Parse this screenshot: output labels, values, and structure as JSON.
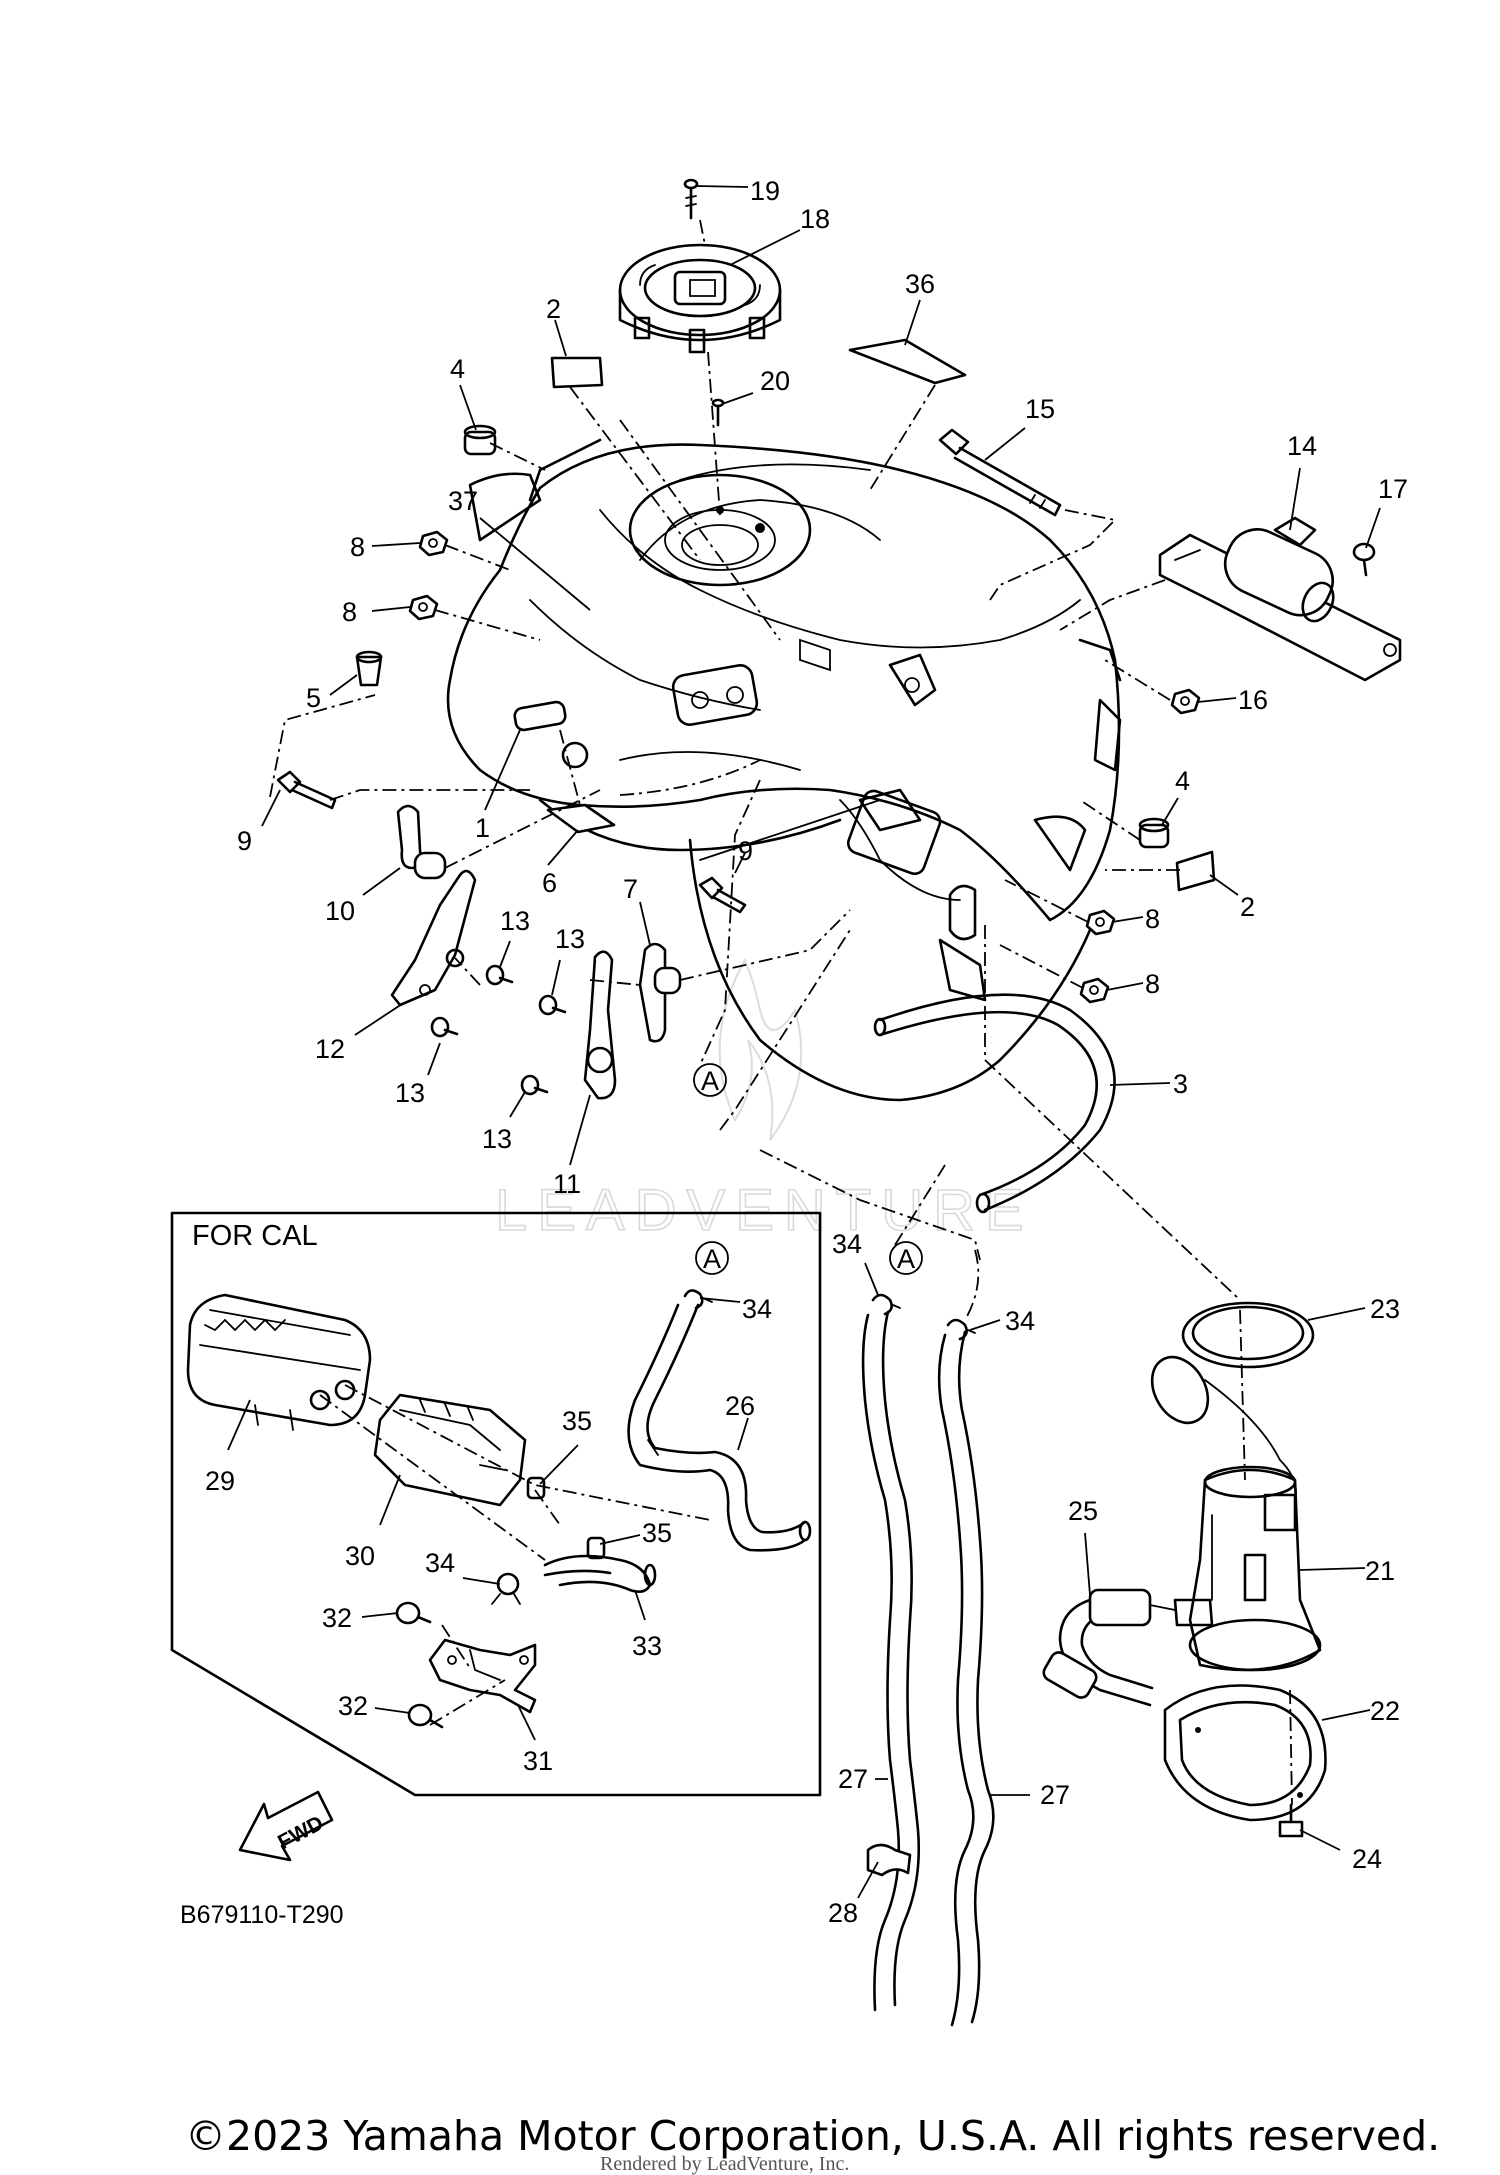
{
  "callouts": [
    {
      "id": "1",
      "text": "1"
    },
    {
      "id": "2a",
      "text": "2"
    },
    {
      "id": "2b",
      "text": "2"
    },
    {
      "id": "3",
      "text": "3"
    },
    {
      "id": "4a",
      "text": "4"
    },
    {
      "id": "4b",
      "text": "4"
    },
    {
      "id": "5",
      "text": "5"
    },
    {
      "id": "6",
      "text": "6"
    },
    {
      "id": "7",
      "text": "7"
    },
    {
      "id": "8a",
      "text": "8"
    },
    {
      "id": "8b",
      "text": "8"
    },
    {
      "id": "8c",
      "text": "8"
    },
    {
      "id": "8d",
      "text": "8"
    },
    {
      "id": "9a",
      "text": "9"
    },
    {
      "id": "9b",
      "text": "9"
    },
    {
      "id": "10",
      "text": "10"
    },
    {
      "id": "11",
      "text": "11"
    },
    {
      "id": "12",
      "text": "12"
    },
    {
      "id": "13a",
      "text": "13"
    },
    {
      "id": "13b",
      "text": "13"
    },
    {
      "id": "13c",
      "text": "13"
    },
    {
      "id": "13d",
      "text": "13"
    },
    {
      "id": "14",
      "text": "14"
    },
    {
      "id": "15",
      "text": "15"
    },
    {
      "id": "16",
      "text": "16"
    },
    {
      "id": "17",
      "text": "17"
    },
    {
      "id": "18",
      "text": "18"
    },
    {
      "id": "19",
      "text": "19"
    },
    {
      "id": "20",
      "text": "20"
    },
    {
      "id": "21",
      "text": "21"
    },
    {
      "id": "22",
      "text": "22"
    },
    {
      "id": "23",
      "text": "23"
    },
    {
      "id": "24",
      "text": "24"
    },
    {
      "id": "25",
      "text": "25"
    },
    {
      "id": "26",
      "text": "26"
    },
    {
      "id": "27a",
      "text": "27"
    },
    {
      "id": "27b",
      "text": "27"
    },
    {
      "id": "28",
      "text": "28"
    },
    {
      "id": "29",
      "text": "29"
    },
    {
      "id": "30",
      "text": "30"
    },
    {
      "id": "31",
      "text": "31"
    },
    {
      "id": "32a",
      "text": "32"
    },
    {
      "id": "32b",
      "text": "32"
    },
    {
      "id": "33",
      "text": "33"
    },
    {
      "id": "34a",
      "text": "34"
    },
    {
      "id": "34b",
      "text": "34"
    },
    {
      "id": "34c",
      "text": "34"
    },
    {
      "id": "34d",
      "text": "34"
    },
    {
      "id": "35a",
      "text": "35"
    },
    {
      "id": "35b",
      "text": "35"
    },
    {
      "id": "36",
      "text": "36"
    },
    {
      "id": "37",
      "text": "37"
    }
  ],
  "ref_markers": [
    "A",
    "A",
    "A"
  ],
  "inset_label": "FOR CAL",
  "fwd_label": "FWD",
  "diagram_code": "B679110-T290",
  "watermark": "LEADVENTURE",
  "copyright": "©2023 Yamaha Motor Corporation, U.S.A. All rights reserved.",
  "rendered_by": "Rendered by LeadVenture, Inc."
}
